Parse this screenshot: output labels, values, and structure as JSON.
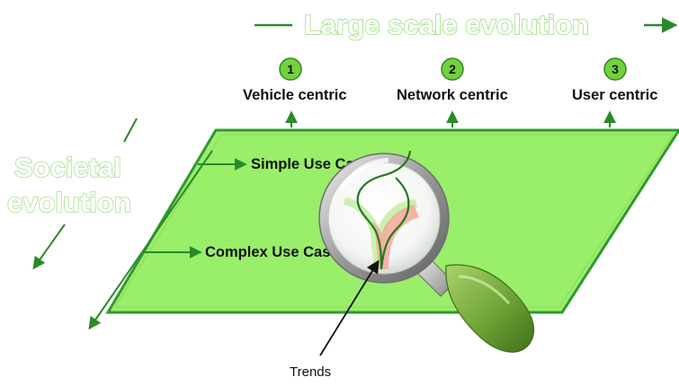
{
  "large_scale": {
    "title": "Large scale evolution",
    "stages": [
      {
        "number": "1",
        "label": "Vehicle centric"
      },
      {
        "number": "2",
        "label": "Network centric"
      },
      {
        "number": "3",
        "label": "User centric"
      }
    ]
  },
  "societal": {
    "line1": "Societal",
    "line2": "evolution"
  },
  "use_cases": {
    "simple": "Simple Use Case",
    "complex": "Complex Use Case"
  },
  "trends_label": "Trends",
  "colors": {
    "plane_fill": "#99ee6a",
    "plane_edge": "#2f9a2f",
    "arrow": "#2a8a2a",
    "badge_fill": "#74d13c",
    "outline_text": "#9be07f",
    "handle": "#6fa336"
  }
}
